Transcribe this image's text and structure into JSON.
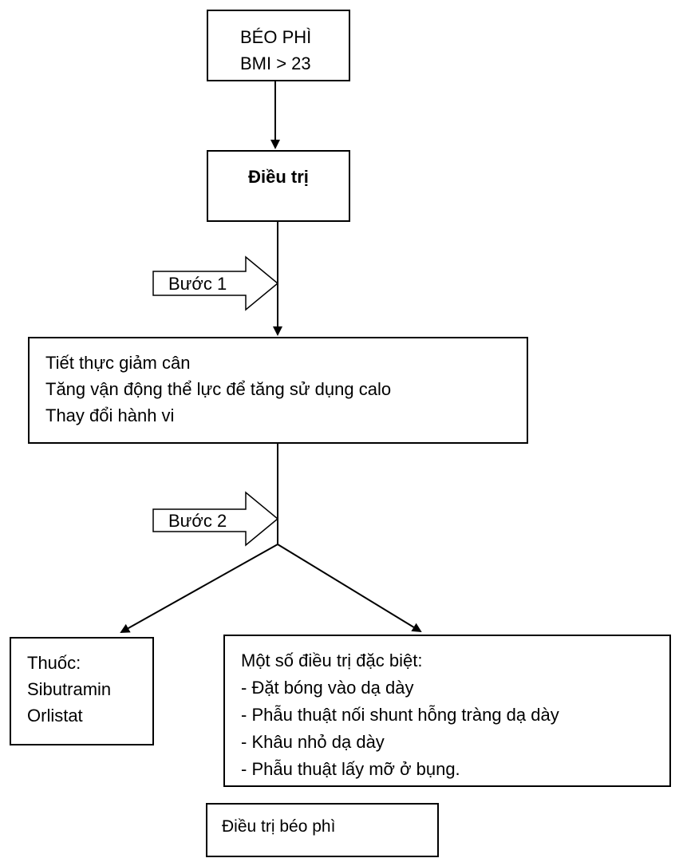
{
  "obesity_box": {
    "line1": "BÉO PHÌ",
    "line2": "BMI > 23"
  },
  "treatment_box": {
    "title": "Điều trị"
  },
  "step1": {
    "label": "Bước 1",
    "items": [
      "Tiết thực giảm cân",
      "Tăng vận động thể lực để tăng sử dụng calo",
      "Thay đổi hành vi"
    ]
  },
  "step2": {
    "label": "Bước 2"
  },
  "drugs_box": {
    "items": [
      "Thuốc:",
      "Sibutramin",
      "Orlistat"
    ]
  },
  "special_box": {
    "title": "Một số điều trị đặc biệt:",
    "items": [
      "- Đặt bóng vào dạ dày",
      "- Phẫu thuật nối shunt hỗng tràng dạ dày",
      "- Khâu nhỏ dạ dày",
      "- Phẫu thuật lấy mỡ ở bụng."
    ]
  },
  "caption_box": {
    "text": "Điều trị béo phì"
  }
}
